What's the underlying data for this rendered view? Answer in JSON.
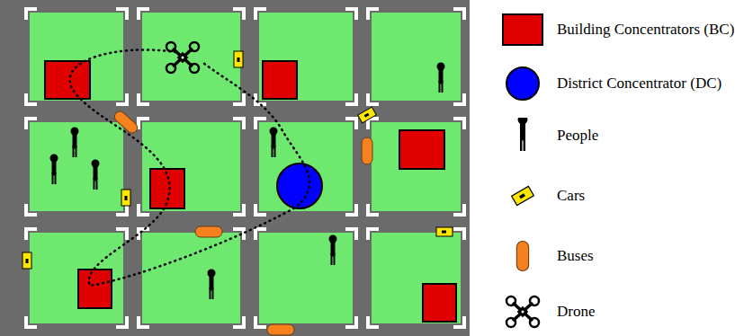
{
  "diagram": {
    "legend": [
      {
        "text": "Building Concentrators (BC)",
        "color": "#e00000"
      },
      {
        "text": "District Concentrator (DC)",
        "color": "#0000ff"
      },
      {
        "text": "People"
      },
      {
        "text": "Cars"
      },
      {
        "text": "Buses"
      },
      {
        "text": "Drone"
      }
    ]
  }
}
